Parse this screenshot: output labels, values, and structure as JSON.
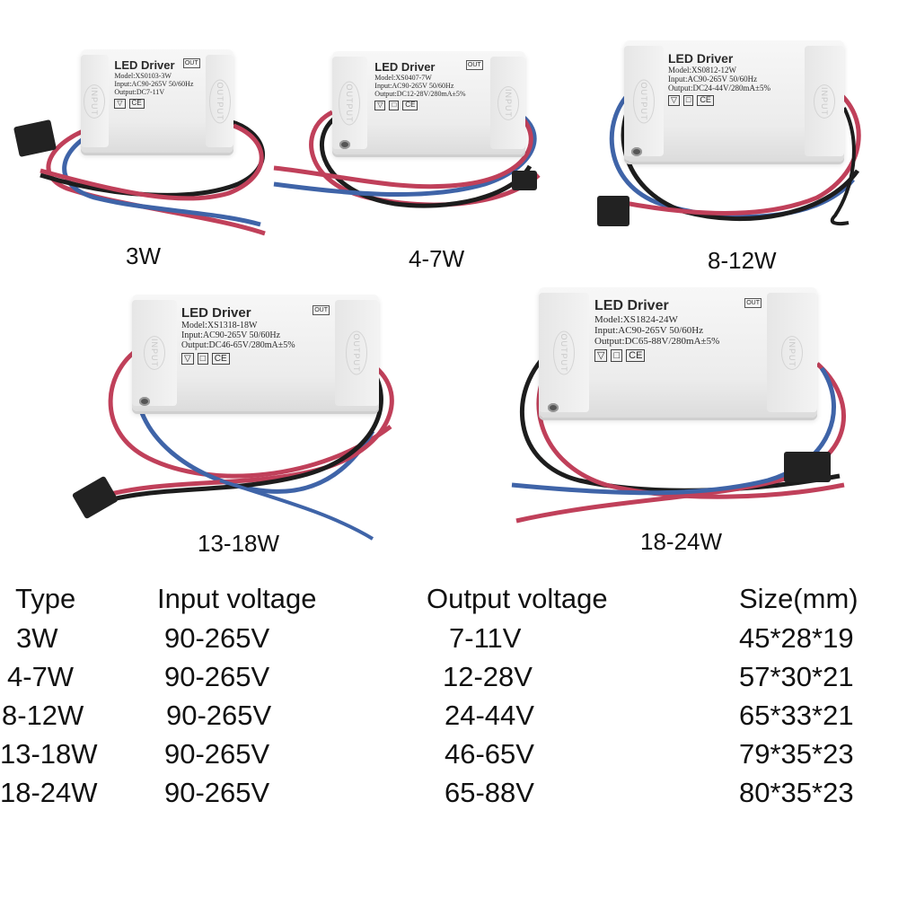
{
  "products": [
    {
      "caption": "3W",
      "brand": "LED Driver",
      "model": "Model:XS0103-3W",
      "input": "Input:AC90-265V 50/60Hz",
      "output": "Output:DC7-11V",
      "marks": [
        "▽",
        "CE"
      ]
    },
    {
      "caption": "4-7W",
      "brand": "LED Driver",
      "model": "Model:XS0407-7W",
      "input": "Input:AC90-265V 50/60Hz",
      "output": "Output:DC12-28V/280mA±5%",
      "marks": [
        "▽",
        "□",
        "CE"
      ]
    },
    {
      "caption": "8-12W",
      "brand": "LED Driver",
      "model": "Model:XS0812-12W",
      "input": "Input:AC90-265V 50/60Hz",
      "output": "Output:DC24-44V/280mA±5%",
      "marks": [
        "▽",
        "□",
        "CE"
      ]
    },
    {
      "caption": "13-18W",
      "brand": "LED Driver",
      "model": "Model:XS1318-18W",
      "input": "Input:AC90-265V 50/60Hz",
      "output": "Output:DC46-65V/280mA±5%",
      "marks": [
        "▽",
        "□",
        "CE"
      ]
    },
    {
      "caption": "18-24W",
      "brand": "LED Driver",
      "model": "Model:XS1824-24W",
      "input": "Input:AC90-265V 50/60Hz",
      "output": "Output:DC65-88V/280mA±5%",
      "marks": [
        "▽",
        "□",
        "CE"
      ]
    }
  ],
  "case_text": {
    "input": "INPUT",
    "output": "OUTPUT",
    "out_symbol": "OUT"
  },
  "table": {
    "headers": [
      "Type",
      "Input voltage",
      "Output voltage",
      "Size(mm)"
    ],
    "rows": [
      [
        "3W",
        "90-265V",
        "7-11V",
        "45*28*19"
      ],
      [
        "4-7W",
        "90-265V",
        "12-28V",
        "57*30*21"
      ],
      [
        "8-12W",
        "90-265V",
        "24-44V",
        "65*33*21"
      ],
      [
        "13-18W",
        "90-265V",
        "46-65V",
        "79*35*23"
      ],
      [
        "18-24W",
        "90-265V",
        "65-88V",
        "80*35*23"
      ]
    ]
  },
  "colors": {
    "wire_red": "#c0405a",
    "wire_blue": "#3f64a8",
    "wire_black": "#1d1d1d",
    "connector": "#222222"
  }
}
